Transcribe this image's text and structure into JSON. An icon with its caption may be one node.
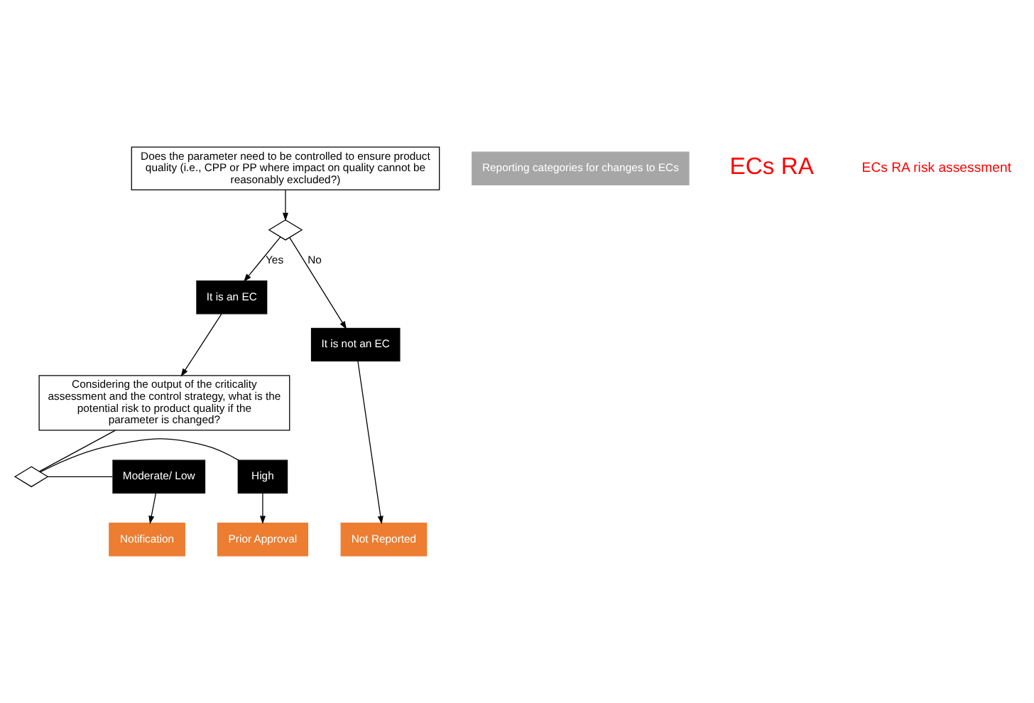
{
  "diagram": {
    "nodes": [
      {
        "text": [
          "Does the parameter need to be controlled to ensure product quality (i.e., CPP or PP where impact on quality cannot be reasonably excluded?)"
        ]
      },
      {
        "text": [],
        "shape": "diamond"
      },
      {
        "text": [
          "It is an EC"
        ]
      },
      {
        "text": [
          "It is not an EC"
        ]
      },
      {
        "text": [
          "Considering the output of the criticality assessment and the control strategy, what is the potential risk to product quality if the parameter is changed?"
        ]
      },
      {
        "text": [],
        "shape": "diamond"
      },
      {
        "text": [
          "High"
        ]
      },
      {
        "text": [
          "Moderate/ Low"
        ]
      },
      {
        "text": [
          "Reporting categories for changes to ECs"
        ]
      },
      {
        "text": [
          "Prior Approval"
        ]
      },
      {
        "text": [
          "Notification"
        ]
      },
      {
        "text": [
          "Not Reported"
        ]
      }
    ],
    "edges": [
      {
        "from": 0,
        "to": 1,
        "arrow": "to"
      },
      {
        "from": 1,
        "to": 2,
        "arrow": "to",
        "label": "Yes"
      },
      {
        "from": 1,
        "to": 3,
        "arrow": "to",
        "label": "No"
      },
      {
        "from": 2,
        "to": 4,
        "arrow": "to"
      },
      {
        "from": 4,
        "to": 5,
        "arrow": "none"
      },
      {
        "from": 5,
        "to": 6,
        "arrow": "none"
      },
      {
        "from": 5,
        "to": 7,
        "arrow": "none"
      },
      {
        "from": 6,
        "to": 9,
        "arrow": "to"
      },
      {
        "from": 7,
        "to": 10,
        "arrow": "to"
      },
      {
        "from": 3,
        "to": 11,
        "arrow": "to"
      }
    ],
    "labels": [
      "ECs RA",
      "ECs RA risk assessment"
    ]
  }
}
